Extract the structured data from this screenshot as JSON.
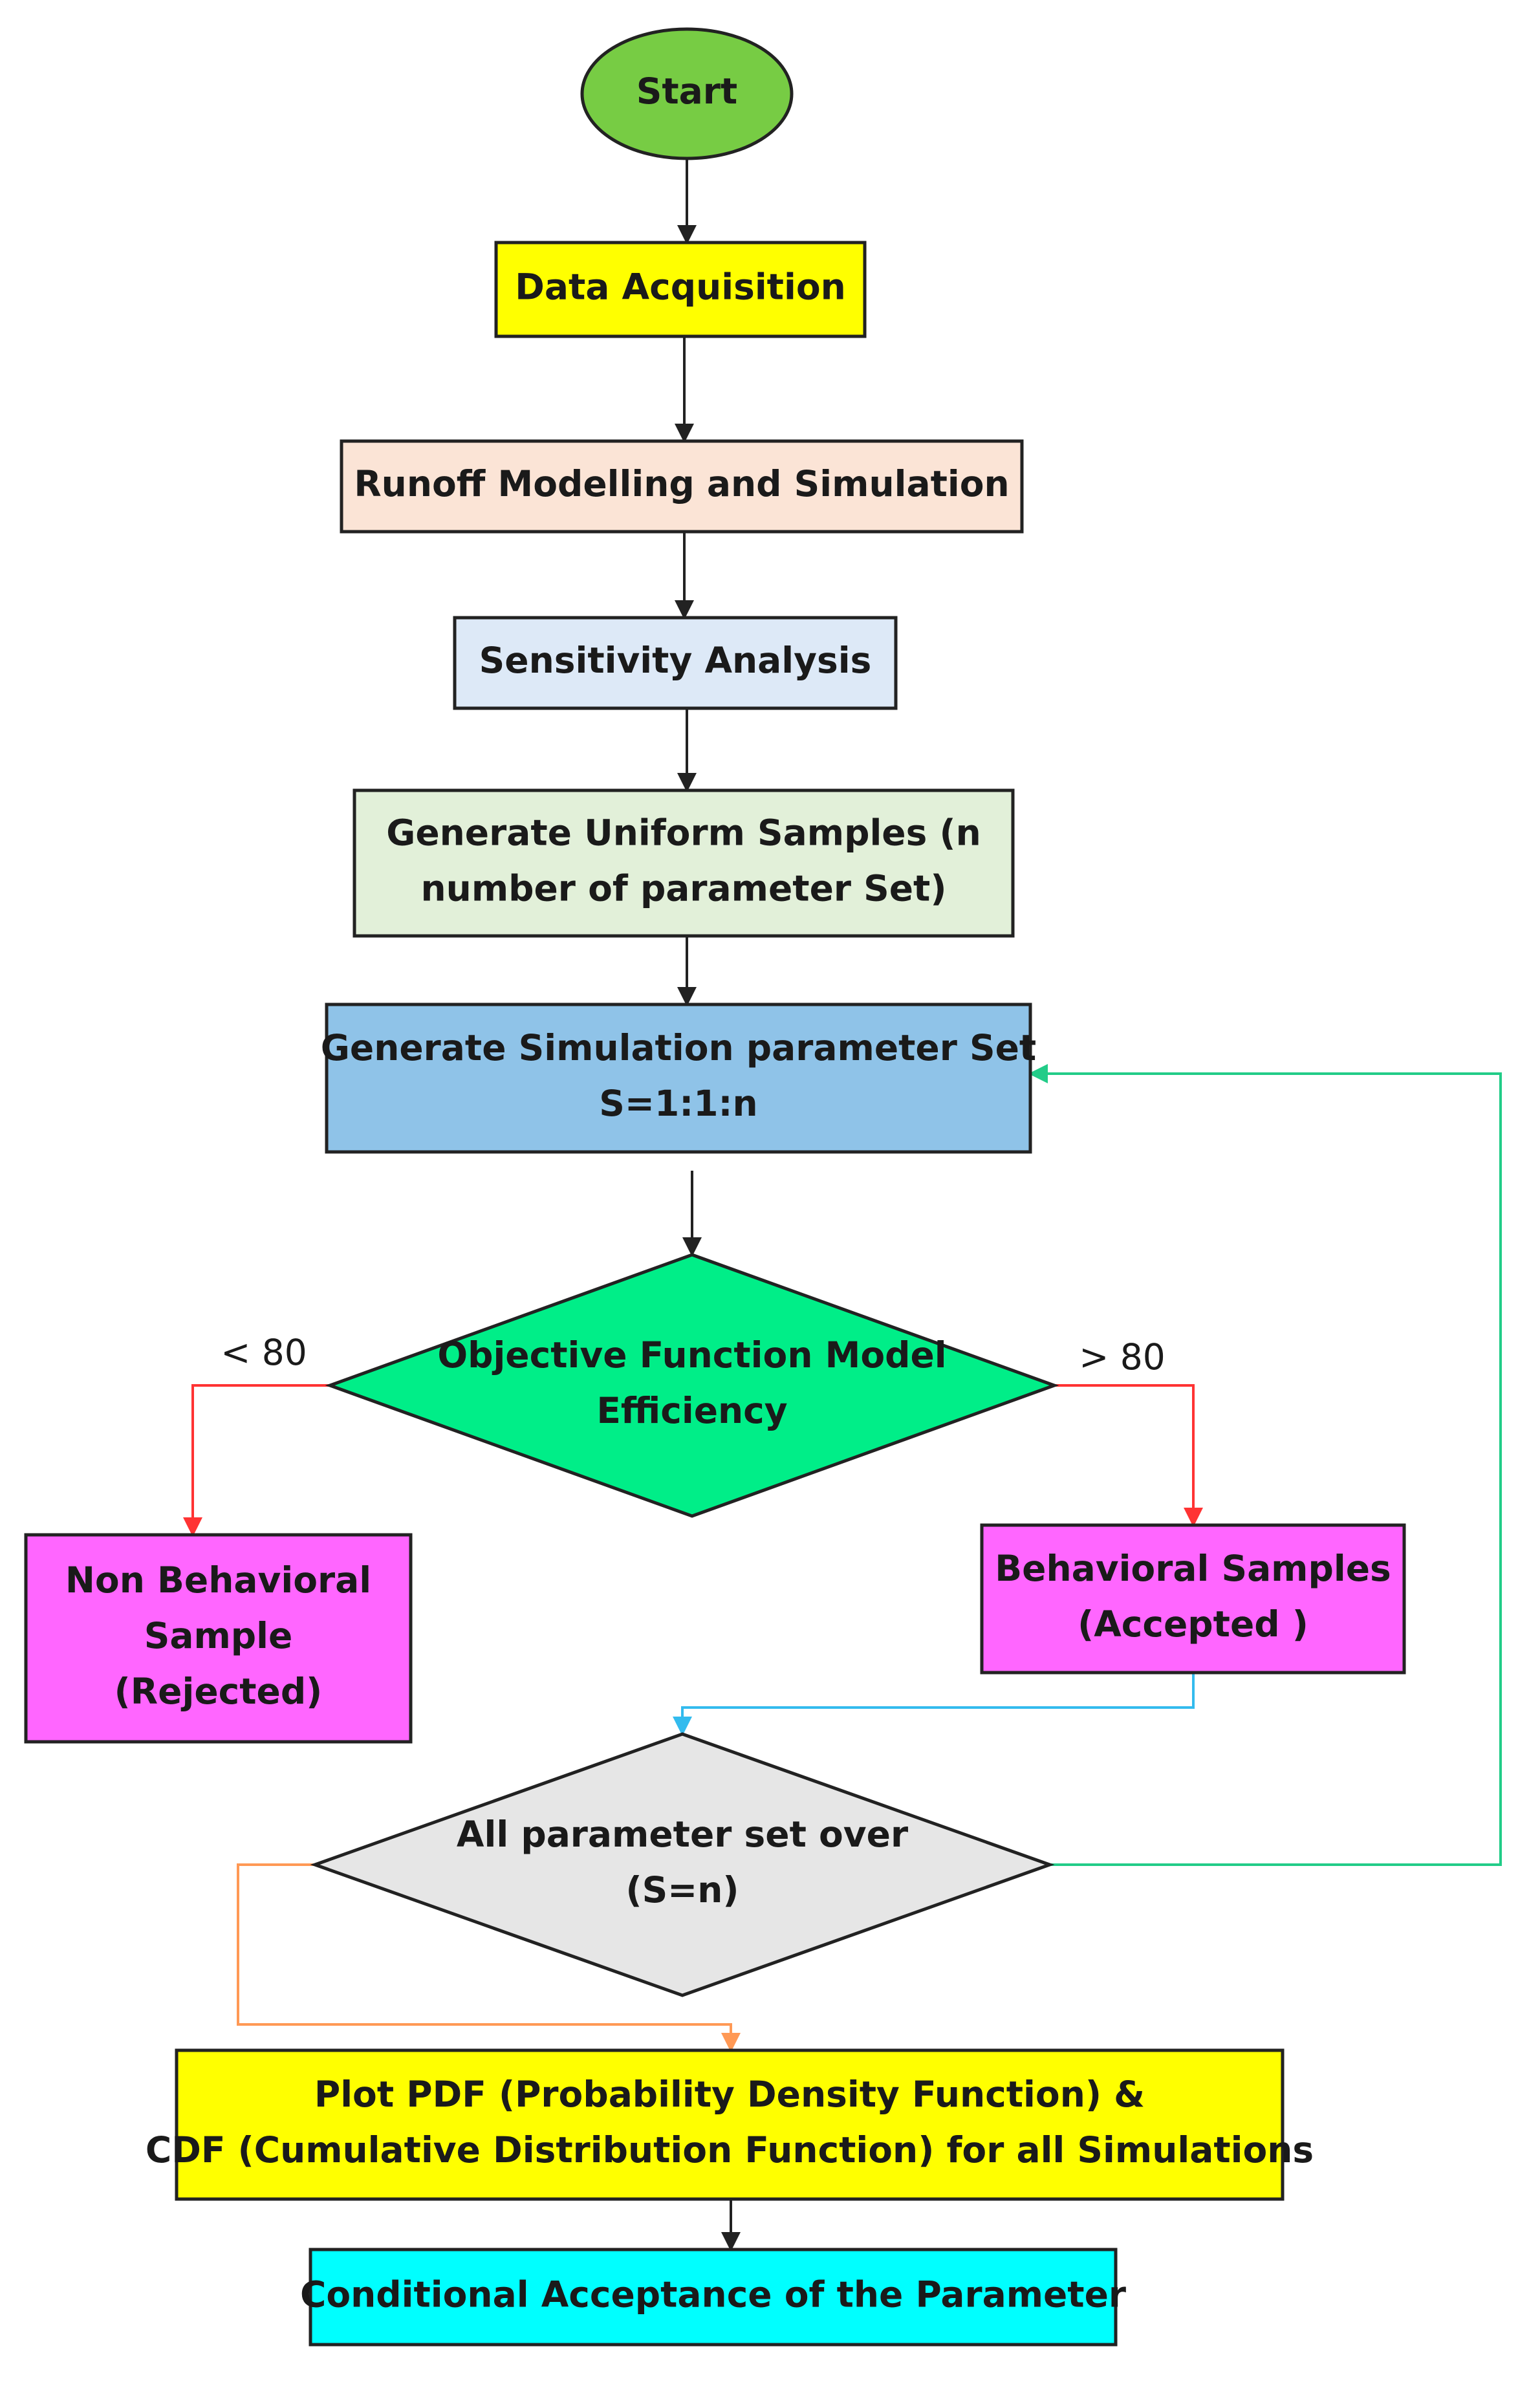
{
  "colors": {
    "start": "#77cc44",
    "data_acq": "#ffff00",
    "runoff": "#fbe4d6",
    "sensitivity": "#dde9f7",
    "uniform": "#e2f0d9",
    "simset": "#8fc3e8",
    "objective": "#00ee88",
    "samples": "#ff66ff",
    "decision": "#e6e6e6",
    "plot": "#ffff00",
    "acceptance": "#00ffff",
    "arrow_black": "#222222",
    "arrow_red": "#ff3333",
    "arrow_green": "#22cc88",
    "arrow_blue": "#33bbee",
    "arrow_orange": "#ff9955"
  },
  "nodes": {
    "start": {
      "lines": [
        "Start"
      ]
    },
    "data_acquisition": {
      "lines": [
        "Data Acquisition"
      ]
    },
    "runoff": {
      "lines": [
        "Runoff Modelling and  Simulation"
      ]
    },
    "sensitivity": {
      "lines": [
        "Sensitivity Analysis"
      ]
    },
    "uniform": {
      "lines": [
        "Generate Uniform Samples (n",
        "number of parameter Set)"
      ]
    },
    "simset": {
      "lines": [
        "Generate Simulation parameter Set",
        "S=1:1:n"
      ]
    },
    "objective": {
      "lines": [
        "Objective Function Model",
        "Efficiency"
      ]
    },
    "non_behavioral": {
      "lines": [
        "Non Behavioral",
        "Sample",
        "(Rejected)"
      ]
    },
    "behavioral": {
      "lines": [
        "Behavioral Samples",
        "(Accepted )"
      ]
    },
    "all_over": {
      "lines": [
        "All parameter set over",
        "(S=n)"
      ]
    },
    "plot": {
      "lines": [
        "Plot PDF (Probability Density Function) &",
        "CDF (Cumulative Distribution  Function) for all Simulations"
      ]
    },
    "acceptance": {
      "lines": [
        "Conditional  Acceptance of the Parameter"
      ]
    }
  },
  "edge_labels": {
    "less_80": "< 80",
    "greater_80": "> 80"
  }
}
